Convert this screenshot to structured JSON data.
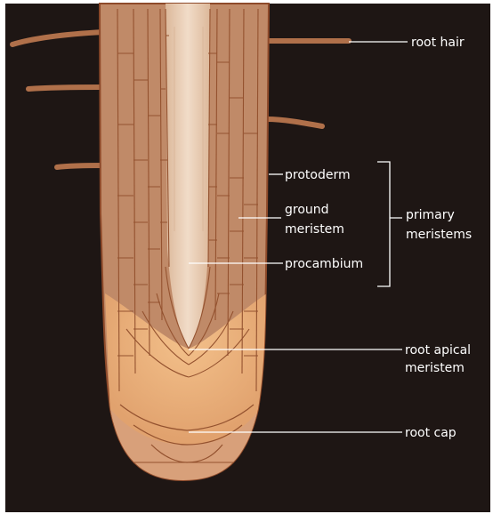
{
  "diagram": {
    "labels": {
      "root_hair": "root hair",
      "protoderm": "protoderm",
      "ground_meristem_1": "ground",
      "ground_meristem_2": "meristem",
      "procambium": "procambium",
      "primary_meristems_1": "primary",
      "primary_meristems_2": "meristems",
      "root_apical_meristem_1": "root apical",
      "root_apical_meristem_2": "meristem",
      "root_cap": "root cap"
    },
    "colors": {
      "background": "#1e1614",
      "root_tissue": "#c08a68",
      "root_outline": "#8e4a2a",
      "vascular_core": "#e8c9ae",
      "apical_zone": "#ecb27a",
      "cap_zone": "#d9a27a",
      "cell_walls": "#94522f",
      "leader_lines": "#ffffff"
    }
  }
}
